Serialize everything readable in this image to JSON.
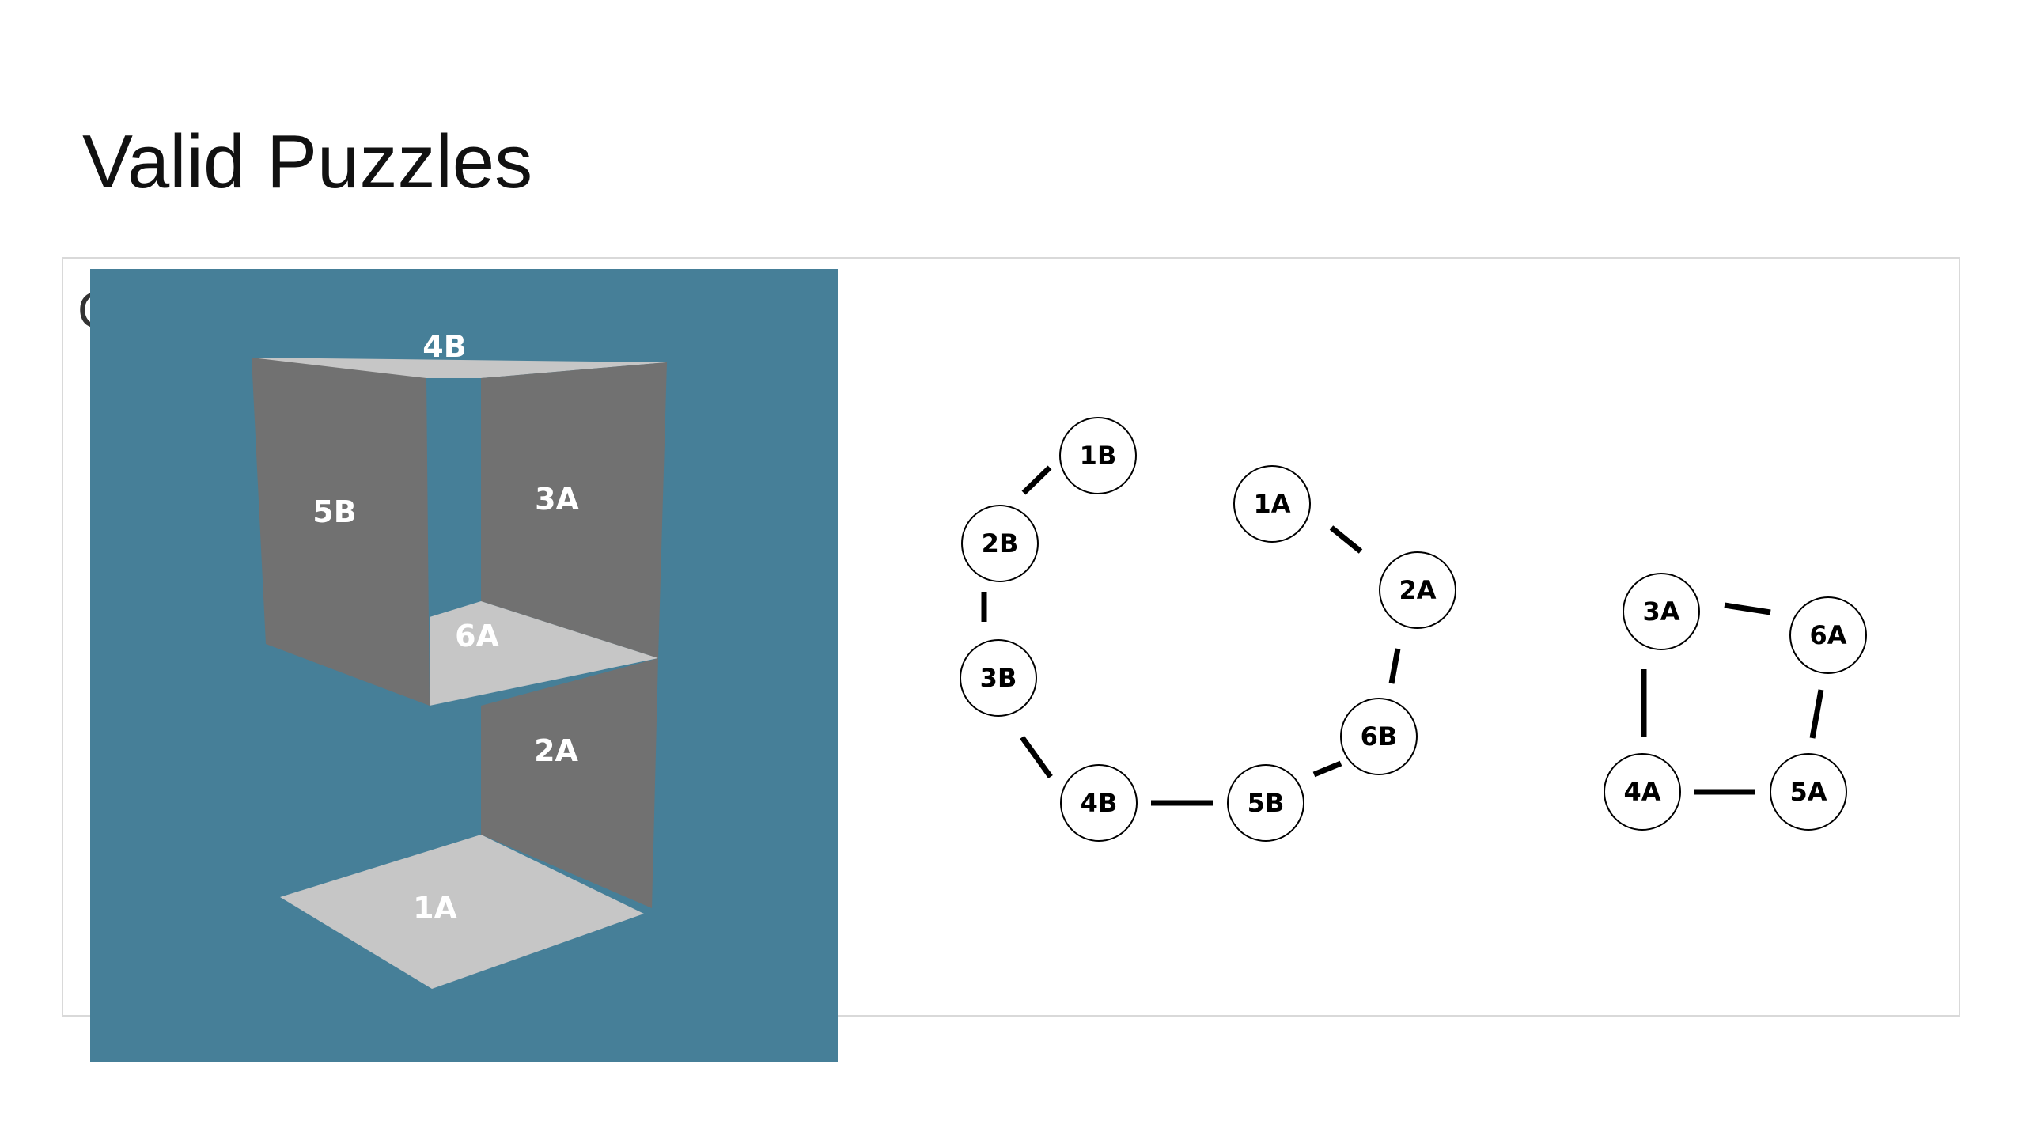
{
  "title": "Valid Puzzles",
  "frame_glyph": "C",
  "colors": {
    "panel_bg": "#467f98",
    "wall": "#717171",
    "floor": "#c6c6c6",
    "edge": "#000000"
  },
  "model": {
    "faces": {
      "top": "4B",
      "left_wall": "5B",
      "right_upper": "3A",
      "middle_shelf": "6A",
      "right_lower": "2A",
      "bottom": "1A"
    }
  },
  "graphs": [
    {
      "nodes": [
        "1B",
        "2B",
        "3B",
        "4B",
        "5B",
        "6B",
        "2A",
        "1A"
      ],
      "edges": [
        [
          "1B",
          "2B"
        ],
        [
          "2B",
          "3B"
        ],
        [
          "3B",
          "4B"
        ],
        [
          "4B",
          "5B"
        ],
        [
          "5B",
          "6B"
        ],
        [
          "6B",
          "2A"
        ],
        [
          "2A",
          "1A"
        ]
      ]
    },
    {
      "nodes": [
        "3A",
        "6A",
        "5A",
        "4A"
      ],
      "edges": [
        [
          "3A",
          "6A"
        ],
        [
          "6A",
          "5A"
        ],
        [
          "5A",
          "4A"
        ],
        [
          "4A",
          "3A"
        ]
      ]
    }
  ]
}
